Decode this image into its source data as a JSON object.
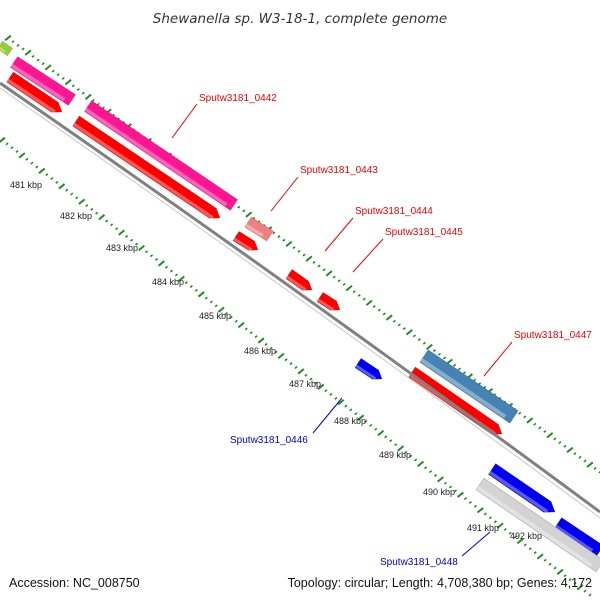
{
  "title": "Shewanella sp. W3-18-1, complete genome",
  "footer": {
    "accession": "Accession: NC_008750",
    "topology": "Topology: circular; Length: 4,708,380 bp; Genes: 4,172"
  },
  "colors": {
    "forward_red": "#ff0000",
    "pink": "#ff1493",
    "light_red": "#f08080",
    "blue": "#0000ee",
    "steel_blue": "#4682b4",
    "light_gray": "#d3d3d3",
    "lime": "#9acd32",
    "tick_green": "#228b22",
    "backbone": "#808080",
    "label_red": "#ee0000",
    "label_blue": "#0000cc"
  },
  "scale_labels": [
    "481 kbp",
    "482 kbp",
    "483 kbp",
    "484 kbp",
    "485 kbp",
    "486 kbp",
    "487 kbp",
    "488 kbp",
    "489 kbp",
    "490 kbp",
    "491 kbp",
    "492 kbp"
  ],
  "gene_labels": [
    {
      "text": "Sputw3181_0442",
      "color": "red"
    },
    {
      "text": "Sputw3181_0443",
      "color": "red"
    },
    {
      "text": "Sputw3181_0444",
      "color": "red"
    },
    {
      "text": "Sputw3181_0445",
      "color": "red"
    },
    {
      "text": "Sputw3181_0447",
      "color": "red"
    },
    {
      "text": "Sputw3181_0446",
      "color": "blue"
    },
    {
      "text": "Sputw3181_0448",
      "color": "blue"
    }
  ]
}
